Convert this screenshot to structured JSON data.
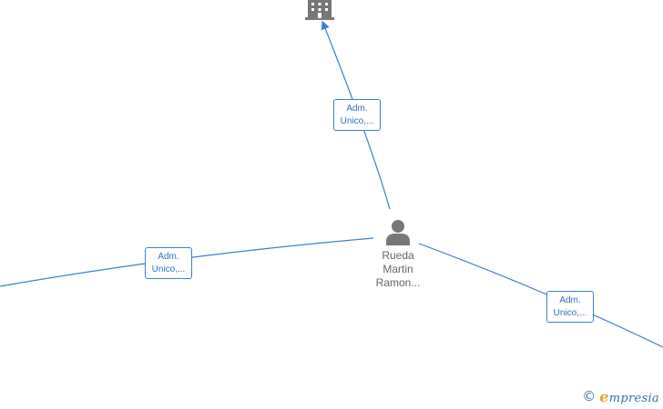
{
  "person": {
    "name_lines": [
      "Rueda",
      "Martin",
      "Ramon..."
    ]
  },
  "edges": [
    {
      "label_lines": [
        "Adm.",
        "Unico,..."
      ],
      "target": "company"
    },
    {
      "label_lines": [
        "Adm.",
        "Unico,..."
      ],
      "target": "off-left"
    },
    {
      "label_lines": [
        "Adm.",
        "Unico,..."
      ],
      "target": "off-right"
    }
  ],
  "footer": {
    "copyright_symbol": "©",
    "brand_initial": "e",
    "brand_rest": "mpresia"
  },
  "colors": {
    "edge": "#3a7fd5",
    "label_text": "#2f6fc4",
    "node_icon": "#777777",
    "node_text": "#666666",
    "brand": "#3a6fae",
    "brand_accent": "#f0a020"
  },
  "icons": {
    "company": "building-icon",
    "person": "person-icon"
  }
}
